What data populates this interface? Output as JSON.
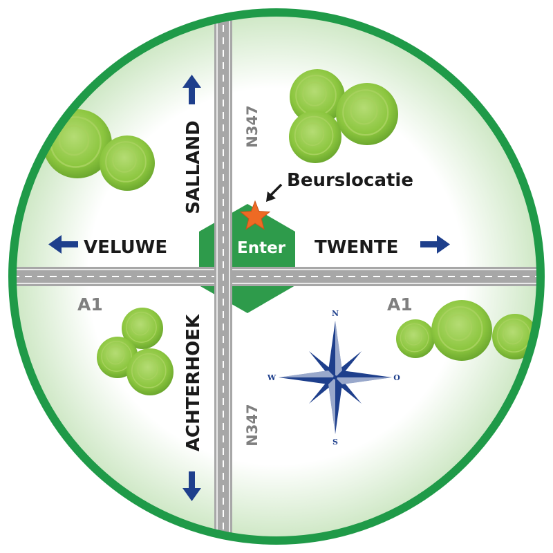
{
  "map": {
    "directions": {
      "north": "SALLAND",
      "south": "ACHTERHOEK",
      "west": "VELUWE",
      "east": "TWENTE"
    },
    "roads": {
      "horizontal_west": "A1",
      "horizontal_east": "A1",
      "vertical_north": "N347",
      "vertical_south": "N347"
    },
    "town": "Enter",
    "venue": "Beurslocatie",
    "compass": {
      "n": "N",
      "e": "O",
      "s": "S",
      "w": "W"
    },
    "colors": {
      "ring": "#1f9a48",
      "hexagon": "#2e9b4b",
      "star": "#ee6a24",
      "arrow": "#1e3f8c",
      "road": "#a7a7a7",
      "road_label": "#7f7f7f",
      "tree": "#8cc63f"
    }
  }
}
